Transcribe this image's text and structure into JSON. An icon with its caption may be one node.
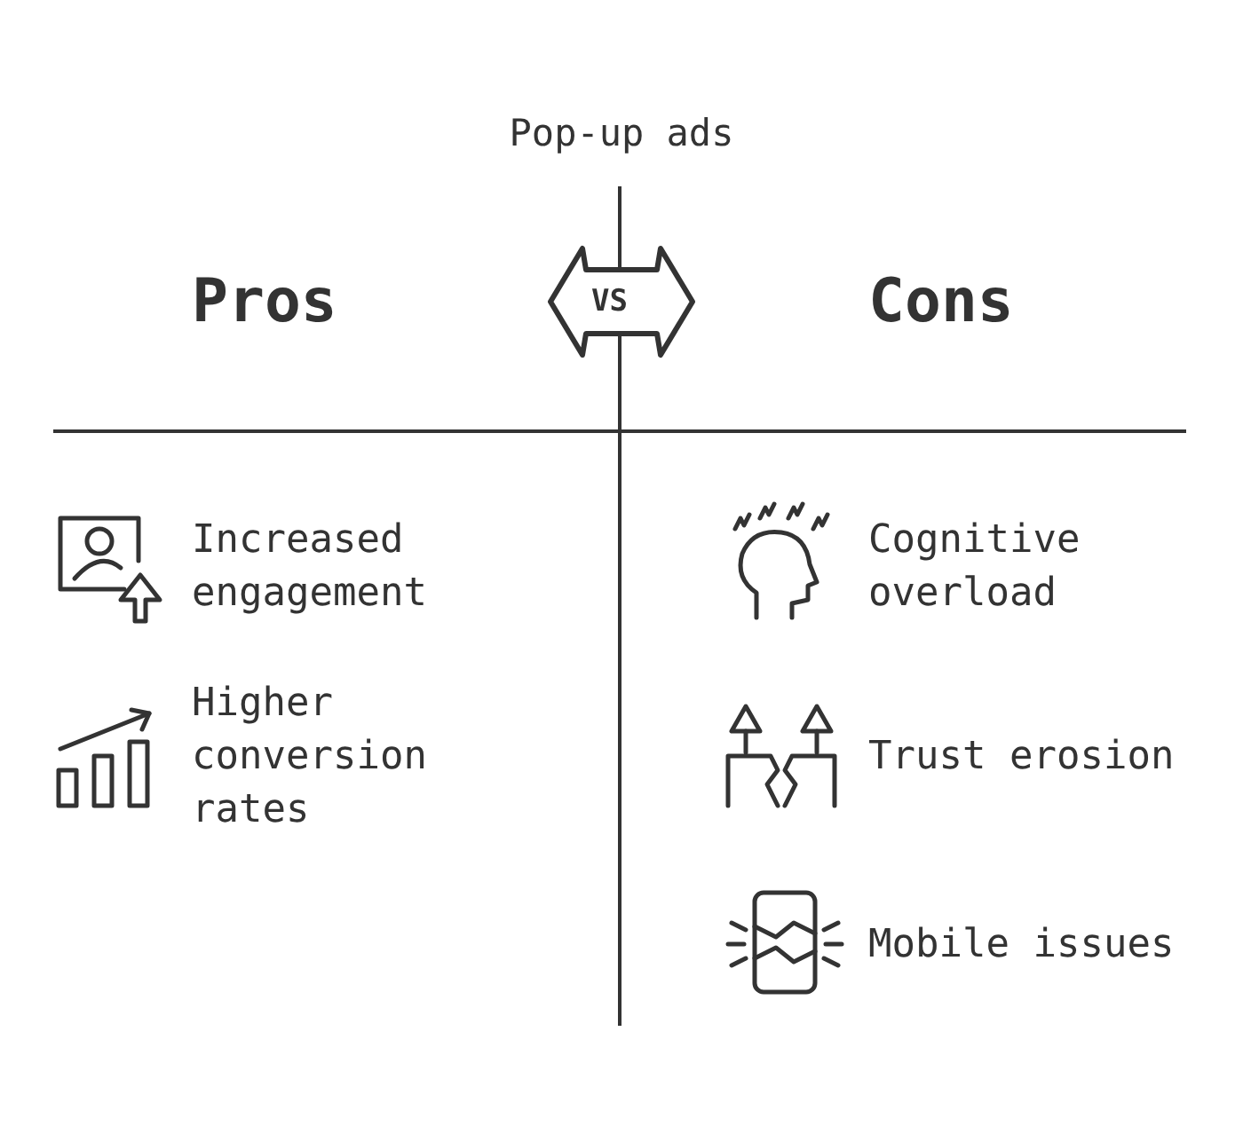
{
  "diagram": {
    "title": "Pop-up ads",
    "labels": [
      "Pros",
      "VS",
      "Cons",
      "Increased engagement",
      "Higher conversion rates",
      "Cognitive overload",
      "Trust erosion",
      "Mobile issues"
    ]
  }
}
